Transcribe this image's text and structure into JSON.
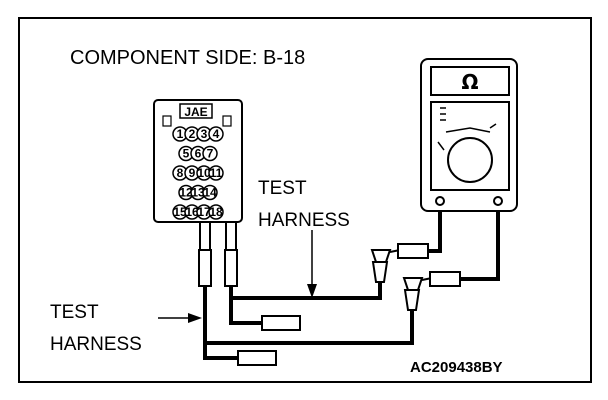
{
  "title": "COMPONENT SIDE: B-18",
  "connector": {
    "brand": "JAE",
    "rows": [
      [
        "1",
        "2",
        "3",
        "4"
      ],
      [
        "5",
        "6",
        "7"
      ],
      [
        "8",
        "9",
        "10",
        "11"
      ],
      [
        "12",
        "13",
        "14"
      ],
      [
        "15",
        "16",
        "17",
        "18"
      ]
    ]
  },
  "labels": {
    "test_harness_right": [
      "TEST",
      "HARNESS"
    ],
    "test_harness_left": [
      "TEST",
      "HARNESS"
    ]
  },
  "meter": {
    "symbol": "Ω"
  },
  "figure_code": "AC209438BY"
}
